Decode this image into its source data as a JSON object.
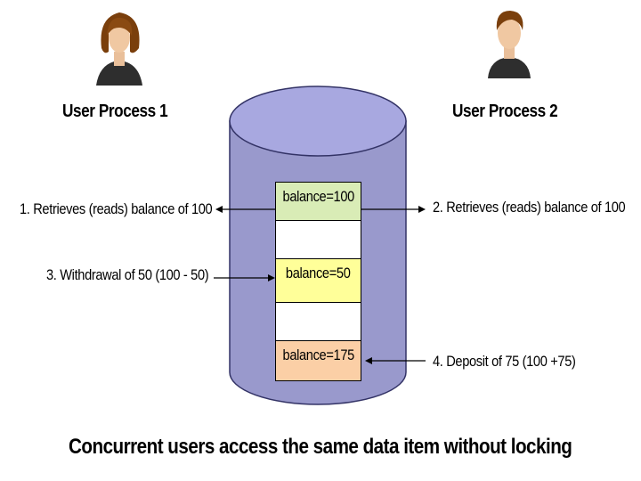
{
  "users": [
    {
      "label": "User Process 1",
      "icon": "female-user-icon"
    },
    {
      "label": "User Process 2",
      "icon": "male-user-icon"
    }
  ],
  "records": [
    {
      "text": "balance=100",
      "fill": "#d9ecb6"
    },
    {
      "text": "",
      "fill": "#ffffff"
    },
    {
      "text": "balance=50",
      "fill": "#ffff99"
    },
    {
      "text": "",
      "fill": "#ffffff"
    },
    {
      "text": "balance=175",
      "fill": "#fbcfa6"
    }
  ],
  "steps": {
    "step1": "1. Retrieves (reads) balance of 100",
    "step2": "2. Retrieves (reads) balance of 100",
    "step3": "3. Withdrawal of 50 (100 - 50)",
    "step4": "4. Deposit of 75 (100 +75)"
  },
  "caption": "Concurrent users access the same data item without locking",
  "colors": {
    "database_fill": "#9999cc",
    "database_top": "#a8a8e0",
    "database_stroke": "#333366"
  }
}
